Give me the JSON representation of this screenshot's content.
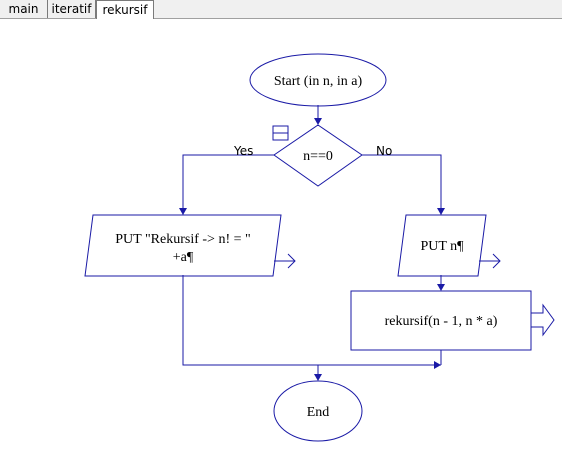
{
  "tabs": [
    {
      "label": "main",
      "active": false
    },
    {
      "label": "iteratif",
      "active": false
    },
    {
      "label": "rekursif",
      "active": true
    }
  ],
  "flowchart": {
    "start_label": "Start (in n, in a)",
    "decision_label": "n==0",
    "yes_label": "Yes",
    "no_label": "No",
    "output_yes_line1": "PUT \"Rekursif -> n! = \"",
    "output_yes_line2": "+a¶",
    "output_no_label": "PUT n¶",
    "call_label": "rekursif(n - 1, n * a)",
    "end_label": "End"
  },
  "colors": {
    "line": "#1a1aa6",
    "tab_bar": "#f0f0f0"
  }
}
